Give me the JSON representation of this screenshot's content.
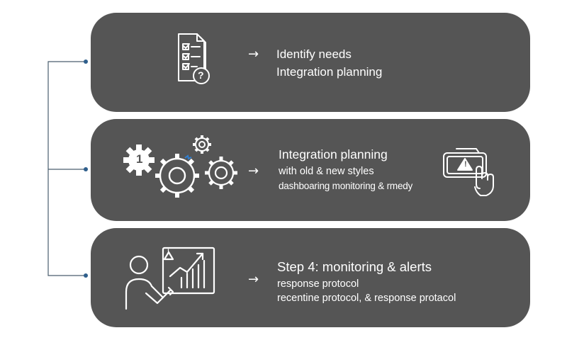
{
  "steps": [
    {
      "lines": [
        "Identify needs",
        "Integration planning"
      ]
    },
    {
      "lines": [
        "Integration planning",
        "with old & new styles",
        "dashboaring monitoring & rmedy"
      ]
    },
    {
      "lines": [
        "Step 4:  monitoring & alerts",
        "response protocol",
        "recentine protocol, & response protacol"
      ]
    }
  ],
  "arrow_glyph": "→",
  "gear_number": "1",
  "help_mark": "?",
  "alert_mark": "!",
  "colors": {
    "card": "#555555",
    "text": "#ffffff",
    "connector_line": "#4a5d6e",
    "connector_dot": "#2f5f8c",
    "accent_blue": "#2f7fd1",
    "icon_stroke": "#ffffff"
  }
}
